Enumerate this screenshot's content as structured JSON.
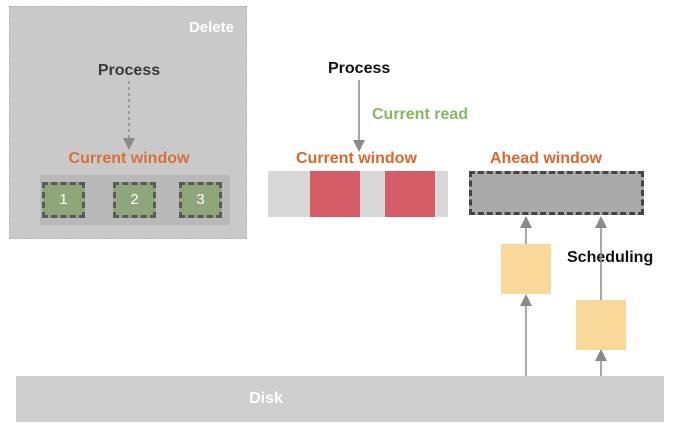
{
  "delete_panel": {
    "label": "Delete",
    "process_label": "Process",
    "current_window_label": "Current window",
    "pages": [
      "1",
      "2",
      "3"
    ]
  },
  "main": {
    "process_label": "Process",
    "current_read_label": "Current read",
    "current_window_label": "Current window",
    "ahead_window_label": "Ahead window",
    "scheduling_label": "Scheduling"
  },
  "disk": {
    "label": "Disk"
  },
  "colors": {
    "accent_orange": "#e0662a",
    "current_read_green": "#8bb55e",
    "page_green": "#8fa67a",
    "page_red": "#d65c68",
    "scheduling_yellow": "#f8d99a"
  }
}
